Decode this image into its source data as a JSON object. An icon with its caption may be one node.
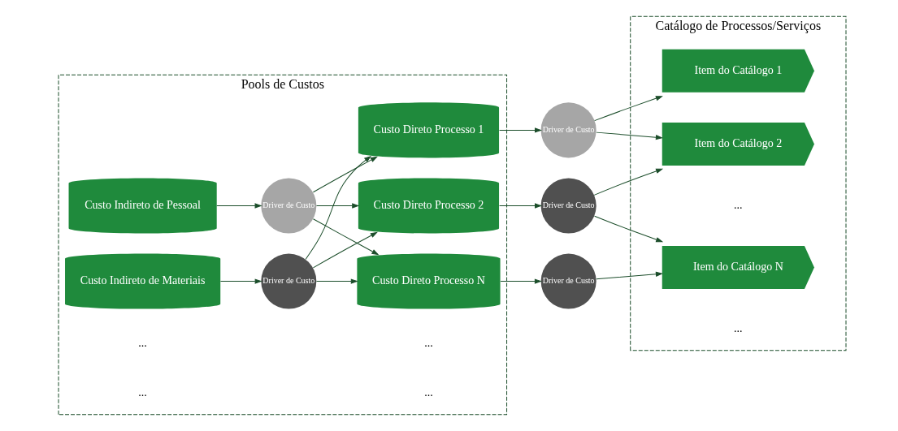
{
  "diagram": {
    "nodes": [
      {
        "text": [
          "Pools de Custos"
        ]
      },
      {
        "text": [
          "Custo Indireto de Pessoal"
        ],
        "in": 0
      },
      {
        "text": [
          "Driver de Custo"
        ],
        "in": 0
      },
      {
        "text": [
          "Custo Indireto de Materiais"
        ],
        "in": 0
      },
      {
        "text": [
          "Driver de Custo"
        ],
        "in": 0
      },
      {
        "text": [
          "Custo Direto Processo 1"
        ],
        "in": 0
      },
      {
        "text": [
          "Custo Direto Processo 2"
        ],
        "in": 0
      },
      {
        "text": [
          "Custo Direto Processo N"
        ],
        "in": 0
      },
      {
        "text": [
          "Driver de Custo"
        ]
      },
      {
        "text": [
          "Driver de Custo"
        ]
      },
      {
        "text": [
          "Driver de Custo"
        ]
      },
      {
        "text": [
          "Catálogo de Processos/Serviços"
        ]
      },
      {
        "text": [
          "Item do Catálogo 1"
        ],
        "in": 11
      },
      {
        "text": [
          "Item do Catálogo 2"
        ],
        "in": 11
      },
      {
        "text": [
          "Item do Catálogo N"
        ],
        "in": 11
      }
    ],
    "edges": [
      {
        "from": 1,
        "to": 2,
        "arrow": "to"
      },
      {
        "from": 3,
        "to": 4,
        "arrow": "to"
      },
      {
        "from": 2,
        "to": 5,
        "arrow": "to"
      },
      {
        "from": 2,
        "to": 6,
        "arrow": "to"
      },
      {
        "from": 2,
        "to": 7,
        "arrow": "to"
      },
      {
        "from": 4,
        "to": 5,
        "arrow": "to"
      },
      {
        "from": 4,
        "to": 6,
        "arrow": "to"
      },
      {
        "from": 4,
        "to": 7,
        "arrow": "to"
      },
      {
        "from": 5,
        "to": 8,
        "arrow": "to"
      },
      {
        "from": 6,
        "to": 9,
        "arrow": "to"
      },
      {
        "from": 7,
        "to": 10,
        "arrow": "to"
      },
      {
        "from": 8,
        "to": 12,
        "arrow": "to"
      },
      {
        "from": 8,
        "to": 13,
        "arrow": "to"
      },
      {
        "from": 9,
        "to": 13,
        "arrow": "to"
      },
      {
        "from": 9,
        "to": 14,
        "arrow": "to"
      },
      {
        "from": 10,
        "to": 14,
        "arrow": "to"
      }
    ],
    "labels": [
      "...",
      "...",
      "...",
      "...",
      "...",
      "..."
    ]
  }
}
